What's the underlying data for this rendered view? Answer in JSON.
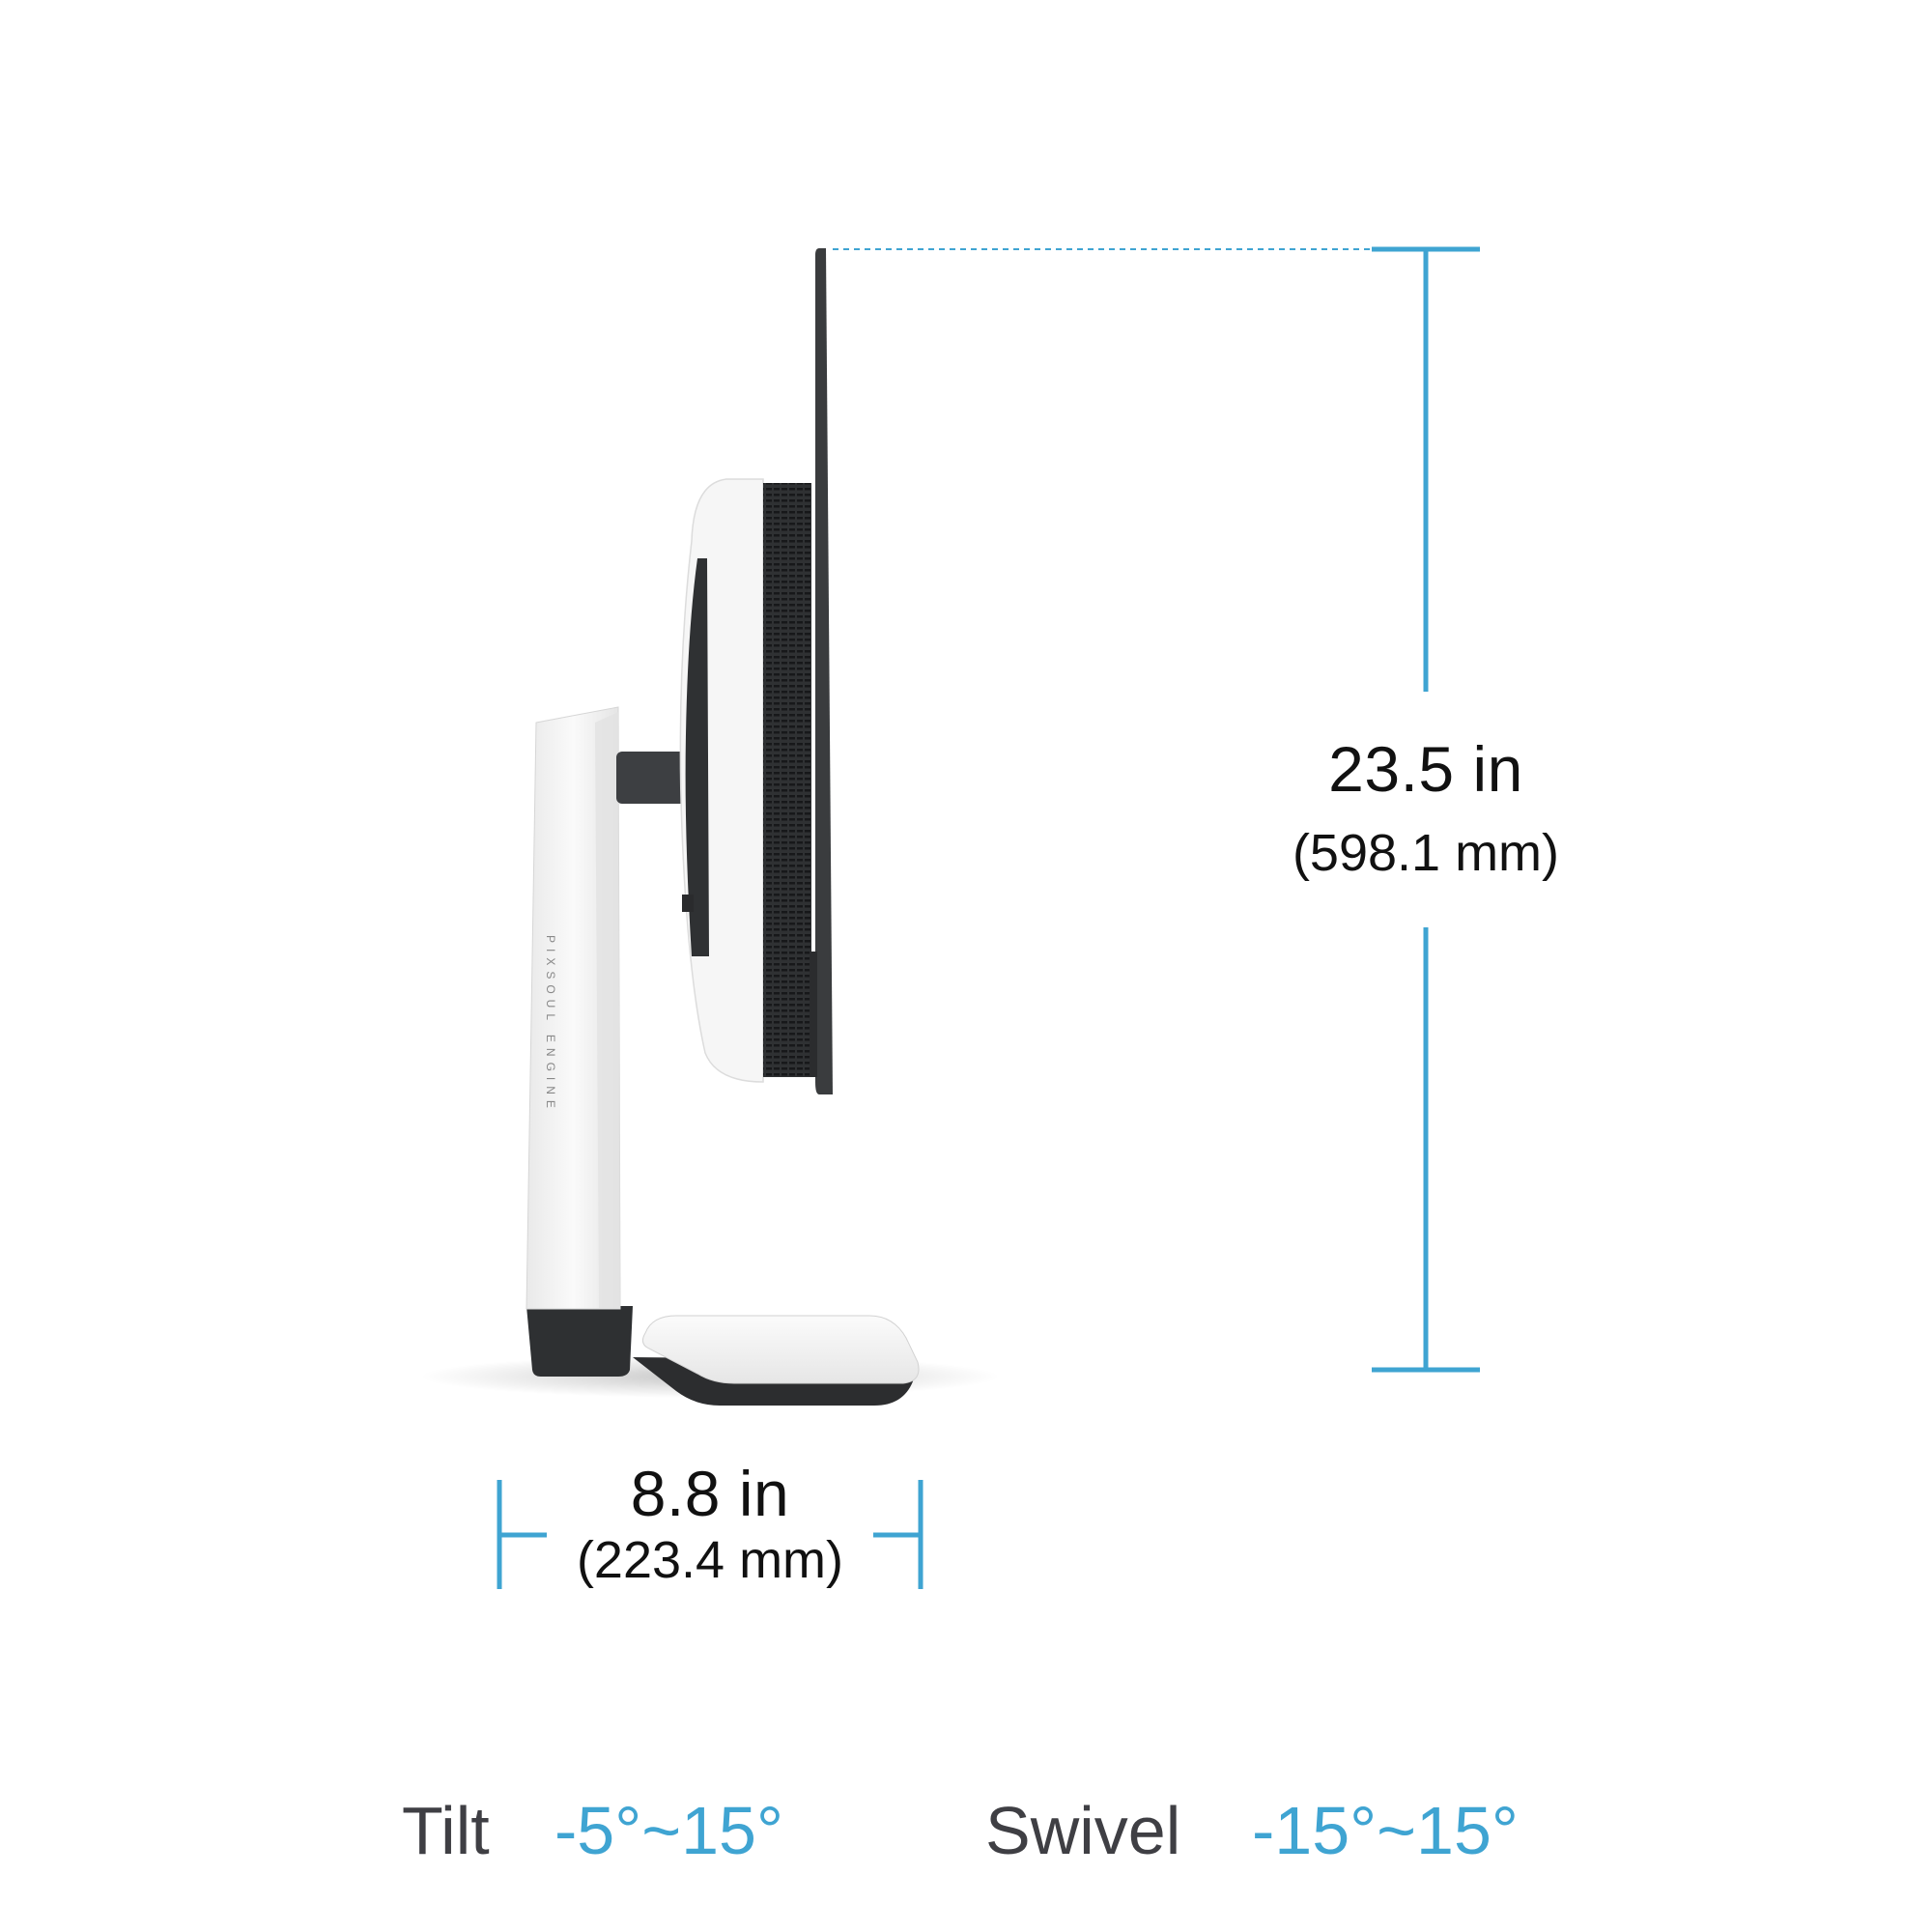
{
  "colors": {
    "accent": "#3fa4d2",
    "label": "#3f3f44",
    "text": "#111111",
    "monitor_dark": "#3a3c3e",
    "monitor_white": "#f2f2f2"
  },
  "product": {
    "stand_text": "PIXSOUL ENGINE"
  },
  "height_dimension": {
    "imperial": "23.5 in",
    "metric": "(598.1 mm)"
  },
  "depth_dimension": {
    "imperial": "8.8 in",
    "metric": "(223.4 mm)"
  },
  "specs": {
    "tilt": {
      "label": "Tilt",
      "value": "-5°~15°"
    },
    "swivel": {
      "label": "Swivel",
      "value": "-15°~15°"
    }
  }
}
